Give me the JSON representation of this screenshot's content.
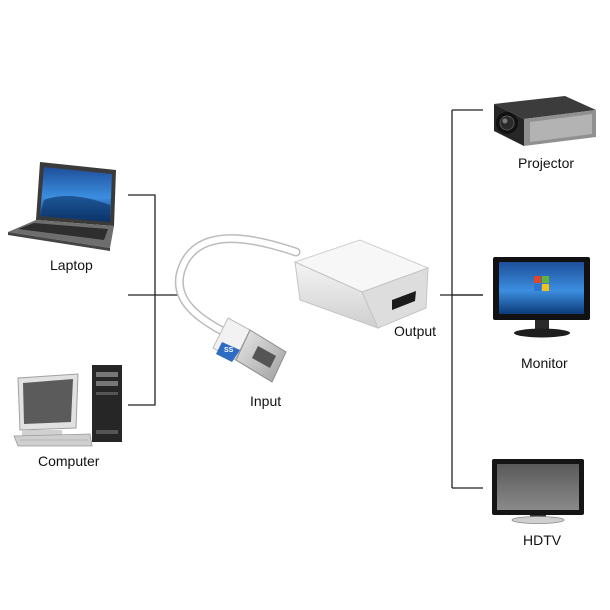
{
  "sources": [
    {
      "label": "Laptop",
      "icon": "laptop-icon"
    },
    {
      "label": "Computer",
      "icon": "desktop-computer-icon"
    }
  ],
  "adapter": {
    "input_label": "Input",
    "output_label": "Output",
    "plug_marking": "SS",
    "icon": "usb-to-hdmi-adapter-icon"
  },
  "outputs": [
    {
      "label": "Projector",
      "icon": "projector-icon"
    },
    {
      "label": "Monitor",
      "icon": "monitor-icon"
    },
    {
      "label": "HDTV",
      "icon": "hdtv-icon"
    }
  ],
  "colors": {
    "connector_line": "#222222",
    "adapter_body": "#e6e6e6",
    "usb_plug": "#c8c8c8",
    "screen_blue": "#2a6fc9"
  }
}
